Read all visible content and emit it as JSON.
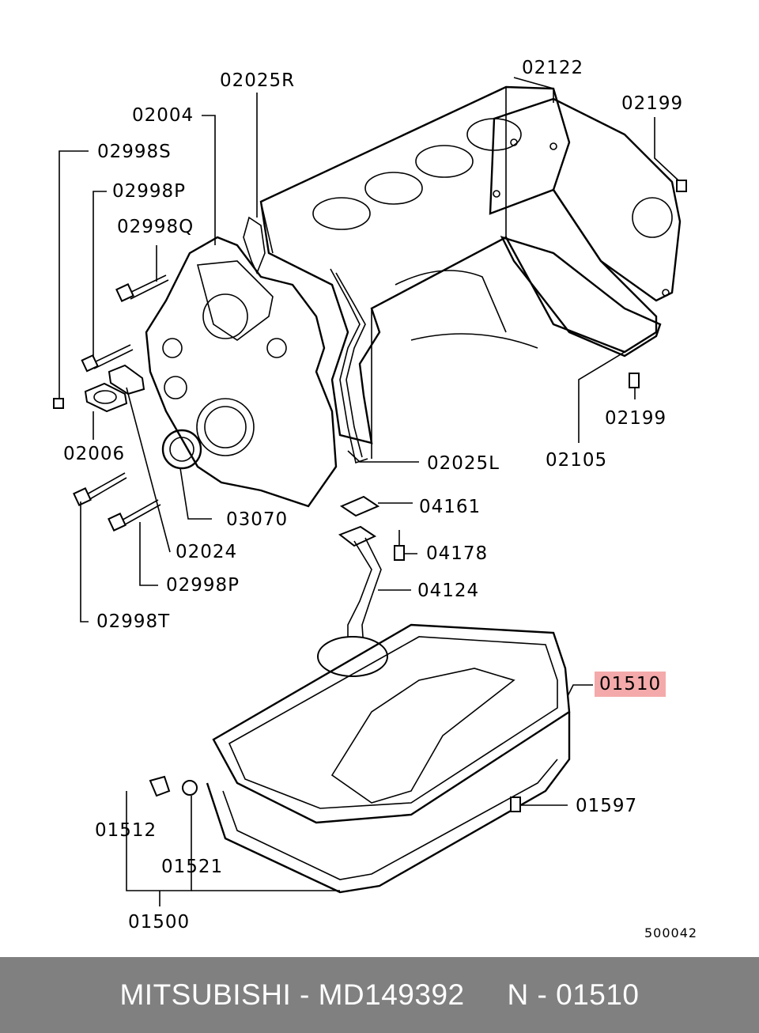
{
  "diagram": {
    "callouts": {
      "c02025R": "02025R",
      "c02004": "02004",
      "c02998S": "02998S",
      "c02998P_top": "02998P",
      "c02998Q": "02998Q",
      "c02006": "02006",
      "c02122": "02122",
      "c02199_top": "02199",
      "c02199_mid": "02199",
      "c02105": "02105",
      "c02025L": "02025L",
      "c04161": "04161",
      "c04178": "04178",
      "c03070": "03070",
      "c02024": "02024",
      "c02998P_bottom": "02998P",
      "c04124": "04124",
      "c02998T": "02998T",
      "c01510": "01510",
      "c01597": "01597",
      "c01512": "01512",
      "c01521": "01521",
      "c01500": "01500"
    },
    "reference_number": "500042",
    "highlight_color": "#f4aaaa"
  },
  "footer": {
    "text": "MITSUBISHI - MD149392     N - 01510",
    "background": "#808080"
  }
}
